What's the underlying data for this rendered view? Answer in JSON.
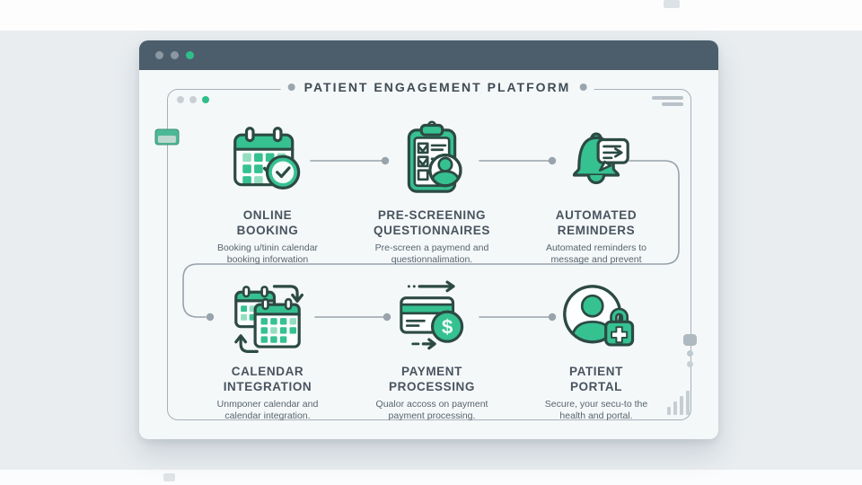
{
  "title": "PATIENT ENGAGEMENT PLATFORM",
  "window": {
    "traffic_dots": [
      "gray",
      "gray",
      "green"
    ],
    "panel_dots": [
      "gray",
      "gray",
      "green"
    ]
  },
  "items": [
    {
      "id": "online-booking",
      "icon": "calendar-clock-icon",
      "title": "ONLINE\nBOOKING",
      "subtitle": "Booking u/tinin calendar\nbooking inforwation"
    },
    {
      "id": "pre-screening-questionnaires",
      "icon": "clipboard-checklist-icon",
      "title": "PRE-SCREENING\nQUESTIONNAIRES",
      "subtitle": "Pre-screen a paymend and\nquestionnalimation."
    },
    {
      "id": "automated-reminders",
      "icon": "bell-message-icon",
      "title": "AUTOMATED\nREMINDERS",
      "subtitle": "Automated reminders to\nmessage and prevent"
    },
    {
      "id": "calendar-integration",
      "icon": "calendar-sync-icon",
      "title": "CALENDAR\nINTEGRATION",
      "subtitle": "Unmponer calendar and\ncalendar integration."
    },
    {
      "id": "payment-processing",
      "icon": "credit-card-dollar-icon",
      "title": "PAYMENT\nPROCESSING",
      "subtitle": "Qualor accoss on payment\npayment processing."
    },
    {
      "id": "patient-portal",
      "icon": "user-lock-icon",
      "title": "PATIENT\nPORTAL",
      "subtitle": "Secure, your secu-to the\nhealth and portal."
    }
  ],
  "payment_symbol": "$",
  "colors": {
    "accent_green": "#36c191",
    "light_green": "#93dec0",
    "icon_outline": "#2c4a43",
    "header_bar": "#4c5e6c",
    "connector_gray": "#97a2aa",
    "text_dark": "#48545f"
  }
}
